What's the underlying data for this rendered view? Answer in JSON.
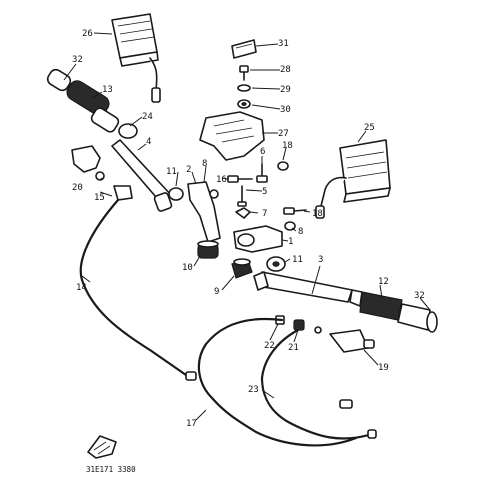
{
  "parts": {
    "p1": "1",
    "p2": "2",
    "p3": "3",
    "p4": "4",
    "p5": "5",
    "p6": "6",
    "p7": "7",
    "p8": "8",
    "p8b": "8",
    "p9": "9",
    "p10": "10",
    "p11": "11",
    "p11b": "11",
    "p12": "12",
    "p13": "13",
    "p14": "14",
    "p15": "15",
    "p16": "16",
    "p17": "17",
    "p18": "18",
    "p19": "19",
    "p20": "20",
    "p21": "21",
    "p22": "22",
    "p23": "23",
    "p24": "24",
    "p25": "25",
    "p26": "26",
    "p27": "27",
    "p28": "28",
    "p29": "29",
    "p30": "30",
    "p31": "31",
    "p32": "32",
    "p32b": "32"
  },
  "catalog_code": "31E171 3380"
}
